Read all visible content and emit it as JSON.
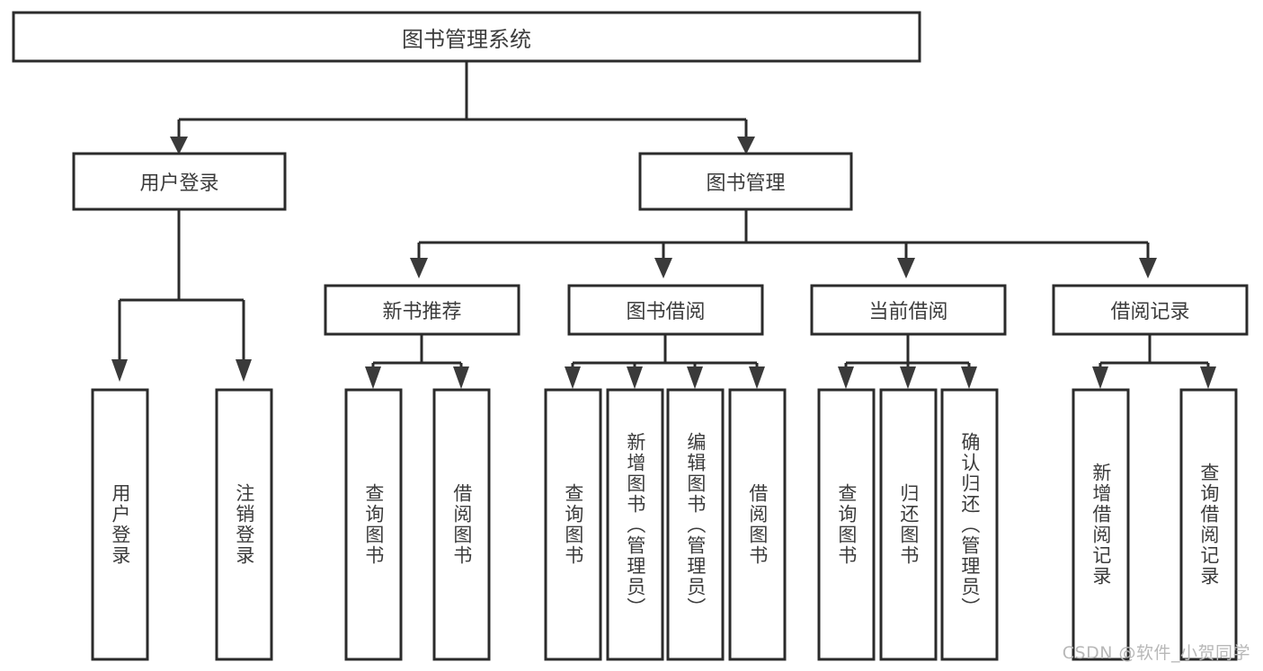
{
  "diagram": {
    "type": "tree",
    "title": "图书管理系统",
    "watermark": "CSDN @软件_小贺同学",
    "colors": {
      "box_stroke": "#2b2b2b",
      "box_fill": "#ffffff",
      "text": "#3c3c3c",
      "connector": "#2b2b2b",
      "watermark": "#b8b8b8",
      "background": "#ffffff"
    },
    "root": {
      "label": "图书管理系统",
      "name": "node-root-book-management-system"
    },
    "level2": [
      {
        "label": "用户登录",
        "name": "node-user-login"
      },
      {
        "label": "图书管理",
        "name": "node-book-management"
      }
    ],
    "level3": [
      {
        "label": "新书推荐",
        "name": "node-new-book-recommendation"
      },
      {
        "label": "图书借阅",
        "name": "node-book-borrowing"
      },
      {
        "label": "当前借阅",
        "name": "node-current-borrowing"
      },
      {
        "label": "借阅记录",
        "name": "node-borrowing-record"
      }
    ],
    "leaves": {
      "user_login": [
        {
          "label": "用户登录",
          "name": "leaf-user-login"
        },
        {
          "label": "注销登录",
          "name": "leaf-logout"
        }
      ],
      "new_book_recommendation": [
        {
          "label": "查询图书",
          "name": "leaf-query-book-recommend"
        },
        {
          "label": "借阅图书",
          "name": "leaf-borrow-book-recommend"
        }
      ],
      "book_borrowing": [
        {
          "label": "查询图书",
          "name": "leaf-query-book-borrowing"
        },
        {
          "label": "新增图书（管理员）",
          "name": "leaf-add-book-admin"
        },
        {
          "label": "编辑图书（管理员）",
          "name": "leaf-edit-book-admin"
        },
        {
          "label": "借阅图书",
          "name": "leaf-borrow-book-borrowing"
        }
      ],
      "current_borrowing": [
        {
          "label": "查询图书",
          "name": "leaf-query-book-current"
        },
        {
          "label": "归还图书",
          "name": "leaf-return-book"
        },
        {
          "label": "确认归还（管理员）",
          "name": "leaf-confirm-return-admin"
        }
      ],
      "borrowing_record": [
        {
          "label": "新增借阅记录",
          "name": "leaf-add-borrow-record"
        },
        {
          "label": "查询借阅记录",
          "name": "leaf-query-borrow-record"
        }
      ]
    }
  }
}
